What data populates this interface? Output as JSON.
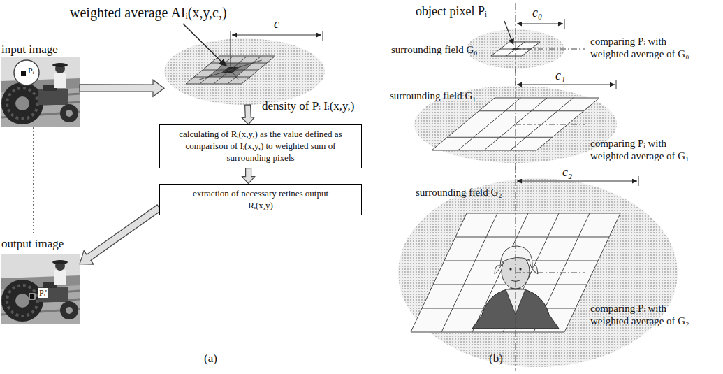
{
  "diagram": {
    "nodes": [
      {
        "text": [
          "input image",
          "Pᵢ"
        ]
      },
      {
        "text": [
          "weighted average AIᵢ(x,y,c,)",
          "c",
          "density of Pᵢ Iᵢ(x,y,)"
        ]
      },
      {
        "text": [
          "calculating of Rᵢ(x,y,) as the value defined as comparison of Iᵢ(x,y,) to weighted sum of surrounding pixels"
        ]
      },
      {
        "text": [
          "extraction of necessary retines output Rᵢ(x,y)"
        ]
      },
      {
        "text": [
          "output image",
          "Pᵢ'"
        ]
      },
      {
        "text": [
          "object pixel Pᵢ",
          "c₀",
          "surrounding field G₀",
          "comparing Pᵢ with weighted average of G₀"
        ]
      },
      {
        "text": [
          "c₁",
          "surrounding field G₁",
          "comparing Pᵢ with weighted average of G₁"
        ]
      },
      {
        "text": [
          "c₂",
          "surrounding field G₂",
          "comparing Pᵢ with weighted average of G₂"
        ]
      }
    ],
    "edges": [
      {
        "from": 0,
        "to": 1,
        "arrow": "to"
      },
      {
        "from": 1,
        "to": 2,
        "arrow": "to"
      },
      {
        "from": 2,
        "to": 3,
        "arrow": "to"
      },
      {
        "from": 3,
        "to": 4,
        "arrow": "to"
      },
      {
        "from": 0,
        "to": 4,
        "arrow": "none"
      },
      {
        "from": 5,
        "to": 6,
        "arrow": "none"
      },
      {
        "from": 6,
        "to": 7,
        "arrow": "none"
      }
    ],
    "labels": [
      "(a)",
      "(b)"
    ]
  }
}
